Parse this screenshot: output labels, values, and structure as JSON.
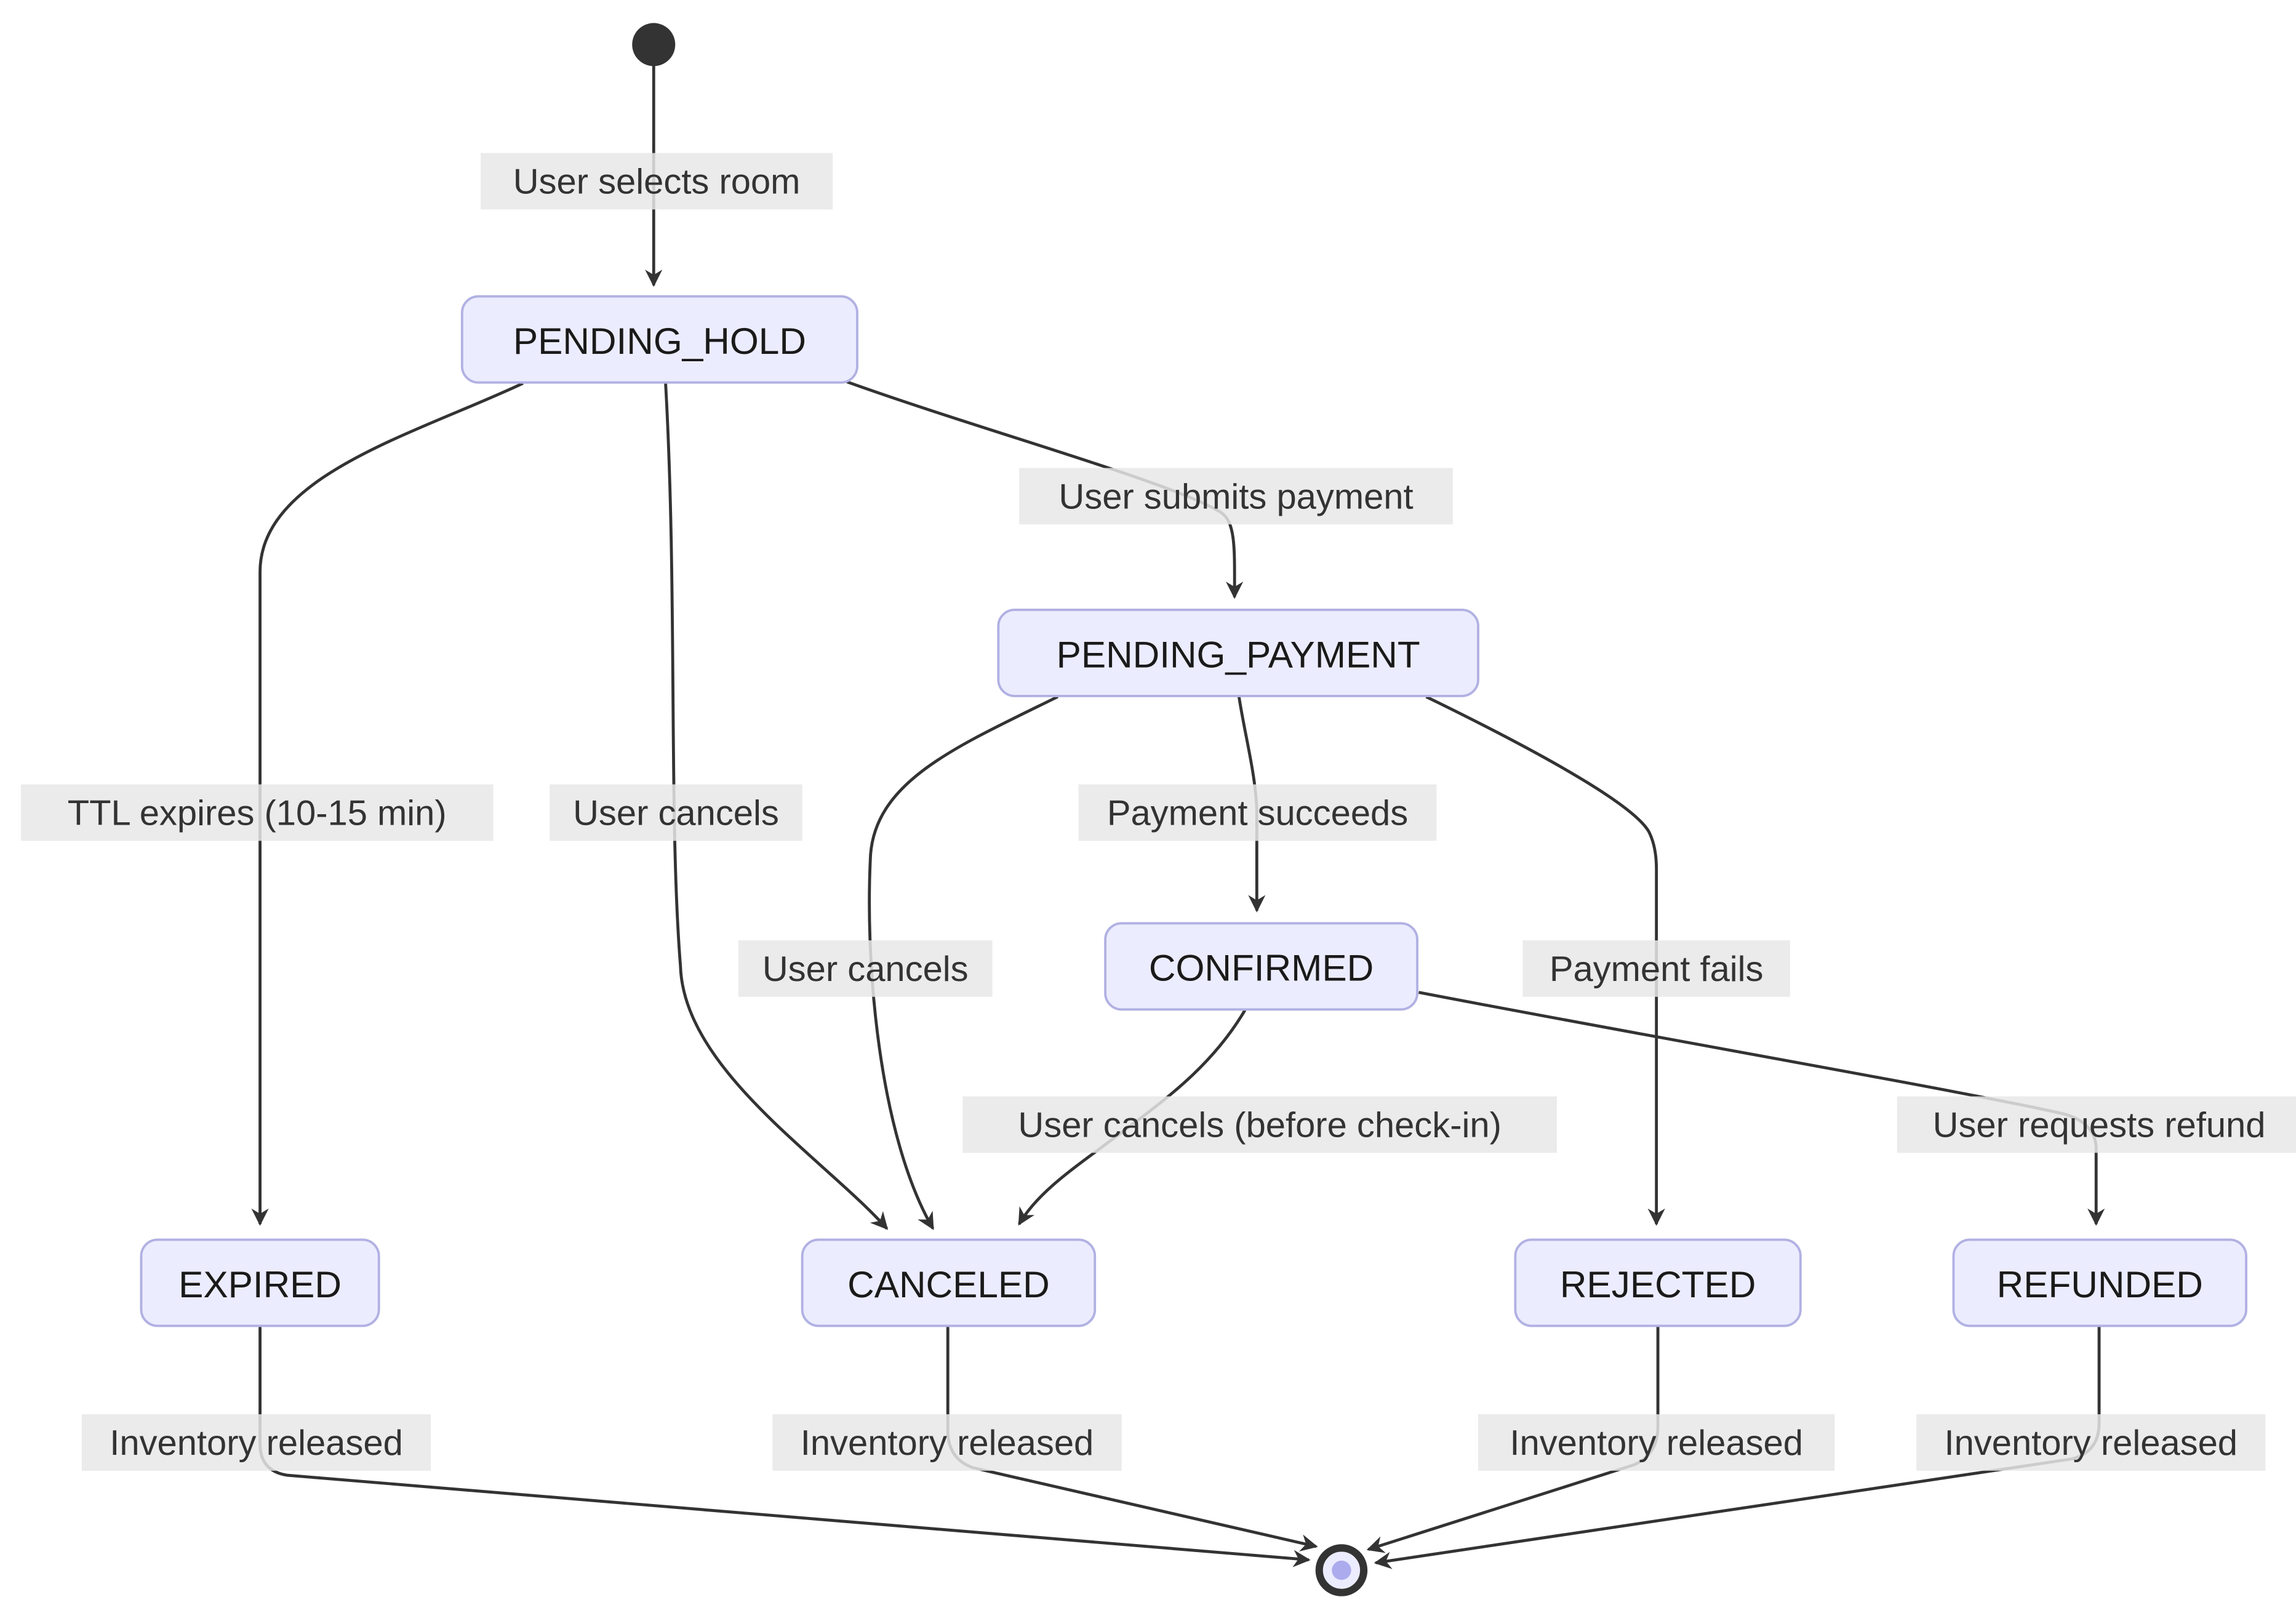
{
  "diagram": {
    "type": "state-machine",
    "states": {
      "pending_hold": "PENDING_HOLD",
      "pending_payment": "PENDING_PAYMENT",
      "confirmed": "CONFIRMED",
      "expired": "EXPIRED",
      "canceled": "CANCELED",
      "rejected": "REJECTED",
      "refunded": "REFUNDED"
    },
    "transitions": {
      "start_to_pending_hold": "User selects room",
      "hold_to_payment": "User submits payment",
      "hold_to_expired": "TTL expires (10-15 min)",
      "hold_to_canceled": "User cancels",
      "payment_to_canceled": "User cancels",
      "payment_to_confirmed": "Payment succeeds",
      "payment_to_rejected": "Payment fails",
      "confirmed_to_canceled": "User cancels (before check-in)",
      "confirmed_to_refunded": "User requests refund",
      "expired_to_end": "Inventory released",
      "canceled_to_end": "Inventory released",
      "rejected_to_end": "Inventory released",
      "refunded_to_end": "Inventory released"
    },
    "colors": {
      "background": "#FFFFFF",
      "state_fill": "#ECECFF",
      "state_border": "#B1B1E3",
      "state_text": "#1A1A1A",
      "edge": "#333333",
      "label_bg": "#E8E8E8",
      "label_text": "#333333",
      "start_fill": "#333333",
      "final_inner": "#ABABEE"
    }
  }
}
